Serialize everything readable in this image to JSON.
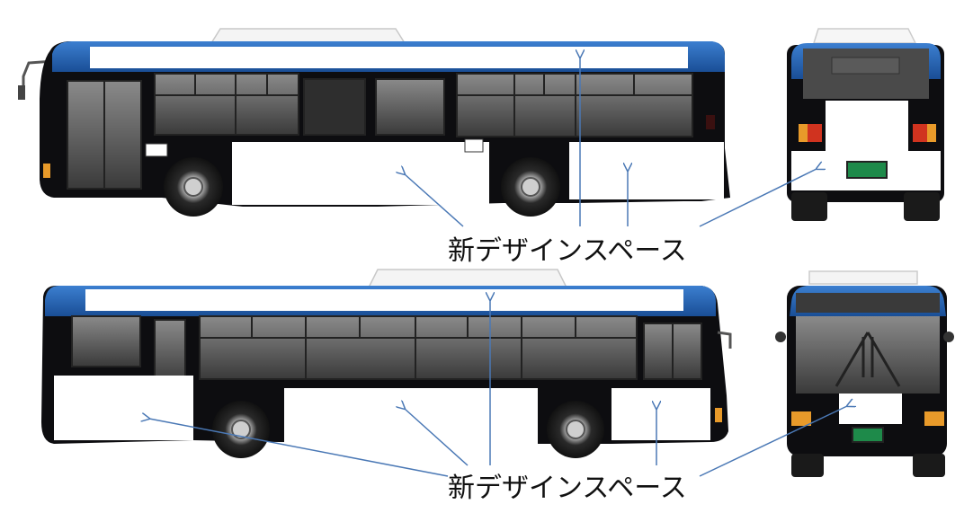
{
  "labels": {
    "top": "新デザインスペース",
    "bottom": "新デザインスペース"
  },
  "colors": {
    "roof_blue": "#1f5fae",
    "body_black": "#0c0c0e",
    "window_dark": "#3b3b3b",
    "window_light": "#7a7a7a",
    "design_space": "#ffffff",
    "arrow": "#4a78b5",
    "tail_lamp_red": "#d0331f",
    "tail_lamp_amber": "#e89a2a",
    "plate_green": "#1e8a4a"
  },
  "icons": [
    "bus-side-rear-view",
    "bus-rear-view",
    "bus-side-front-view",
    "bus-front-view",
    "arrow-icon"
  ]
}
